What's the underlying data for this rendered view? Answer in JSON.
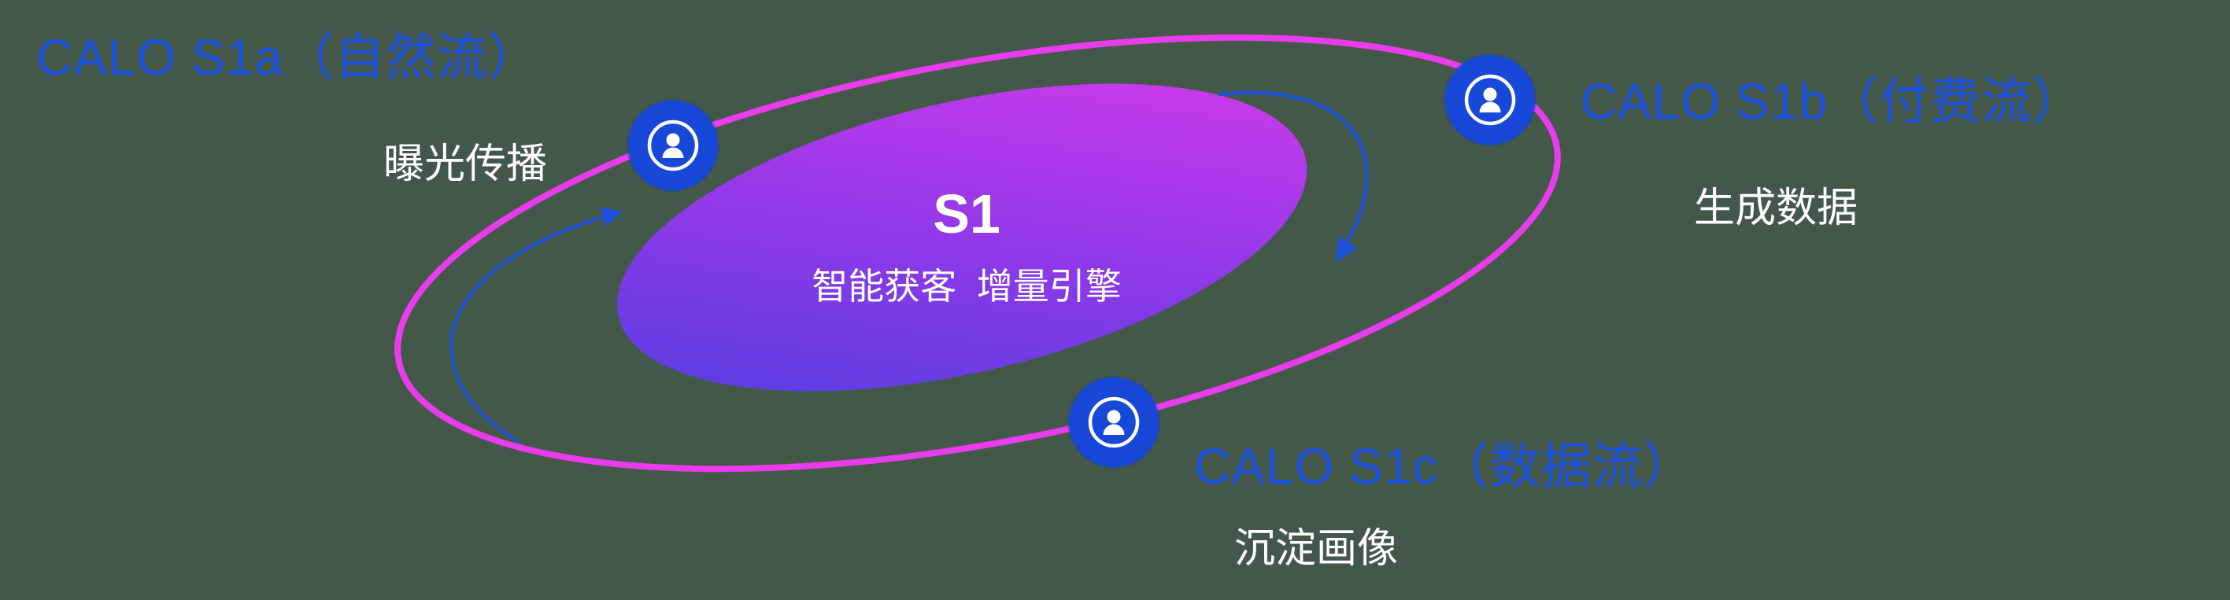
{
  "diagram": {
    "center": {
      "title": "S1",
      "subtitle": "智能获客  增量引擎"
    },
    "nodes": [
      {
        "id": "s1a",
        "label": "CALO S1a（自然流）",
        "sublabel": "曝光传播",
        "icon": "person-icon"
      },
      {
        "id": "s1b",
        "label": "CALO S1b（付费流）",
        "sublabel": "生成数据",
        "icon": "person-icon"
      },
      {
        "id": "s1c",
        "label": "CALO S1c（数据流）",
        "sublabel": "沉淀画像",
        "icon": "person-icon"
      }
    ],
    "colors": {
      "background": "#44584a",
      "label_blue": "#1b4fdd",
      "node_blue": "#1848d8",
      "orbit_pink": "#e93ded",
      "gradient_blue": "#4a3fe0",
      "gradient_magenta": "#d93aec",
      "arrow_blue": "#1d4fd8",
      "text_white": "#ffffff"
    }
  }
}
